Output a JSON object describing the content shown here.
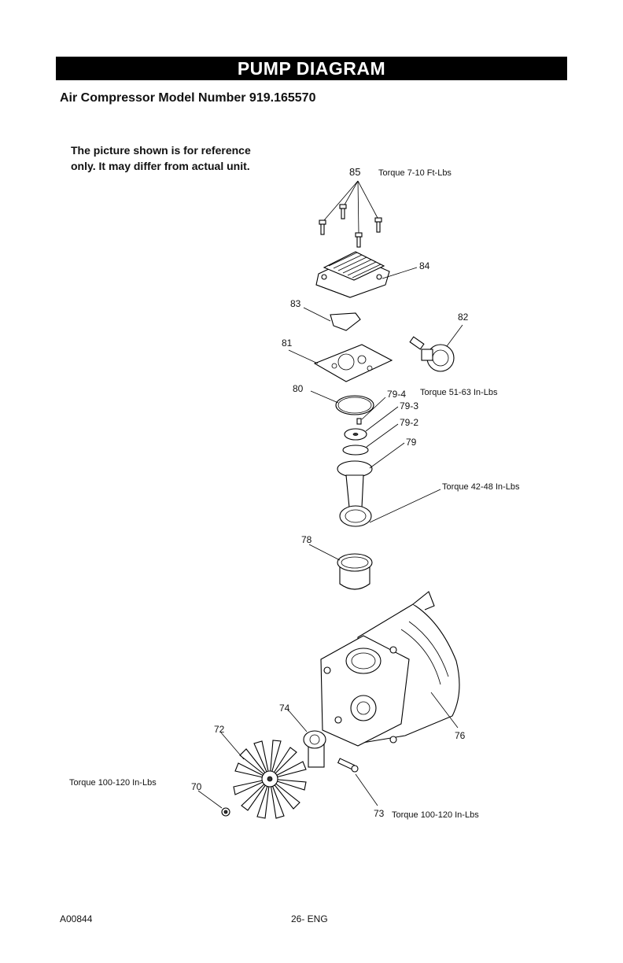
{
  "header": {
    "title": "PUMP DIAGRAM",
    "subtitle": "Air Compressor Model Number 919.165570"
  },
  "note": {
    "line1": "The picture shown is for reference",
    "line2": "only. It may differ from actual unit."
  },
  "callouts": {
    "p85": "85",
    "p84": "84",
    "p83": "83",
    "p82": "82",
    "p81": "81",
    "p80": "80",
    "p79_4": "79-4",
    "p79_3": "79-3",
    "p79_2": "79-2",
    "p79": "79",
    "p78": "78",
    "p76": "76",
    "p74": "74",
    "p73": "73",
    "p72": "72",
    "p70": "70"
  },
  "torques": {
    "t85": "Torque 7-10 Ft-Lbs",
    "t79_4": "Torque 51-63 In-Lbs",
    "t_rod": "Torque 42-48 In-Lbs",
    "t70": "Torque 100-120 In-Lbs",
    "t73": "Torque 100-120 In-Lbs"
  },
  "footer": {
    "doc_code": "A00844",
    "page": "26- ENG"
  }
}
